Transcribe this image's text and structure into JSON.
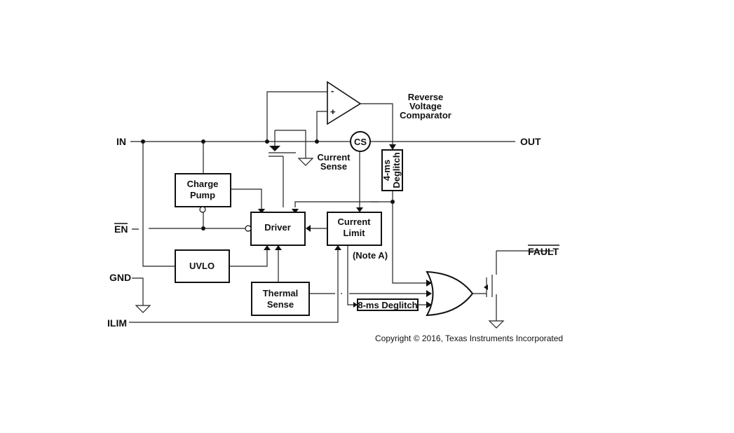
{
  "pins": {
    "in": "IN",
    "out": "OUT",
    "en": "EN",
    "gnd": "GND",
    "ilim": "ILIM",
    "fault": "FAULT"
  },
  "blocks": {
    "charge_pump": [
      "Charge",
      "Pump"
    ],
    "driver": "Driver",
    "current_limit": [
      "Current",
      "Limit"
    ],
    "uvlo": "UVLO",
    "thermal_sense": [
      "Thermal",
      "Sense"
    ],
    "deglitch_4ms": [
      "4-ms",
      "Deglitch"
    ],
    "deglitch_8ms": "8-ms Deglitch",
    "cs": "CS"
  },
  "labels": {
    "current_sense": [
      "Current",
      "Sense"
    ],
    "reverse_voltage_comparator": [
      "Reverse",
      "Voltage",
      "Comparator"
    ],
    "note": "(Note A)",
    "comp_minus": "-",
    "comp_plus": "+"
  },
  "copyright": "Copyright © 2016, Texas Instruments Incorporated"
}
